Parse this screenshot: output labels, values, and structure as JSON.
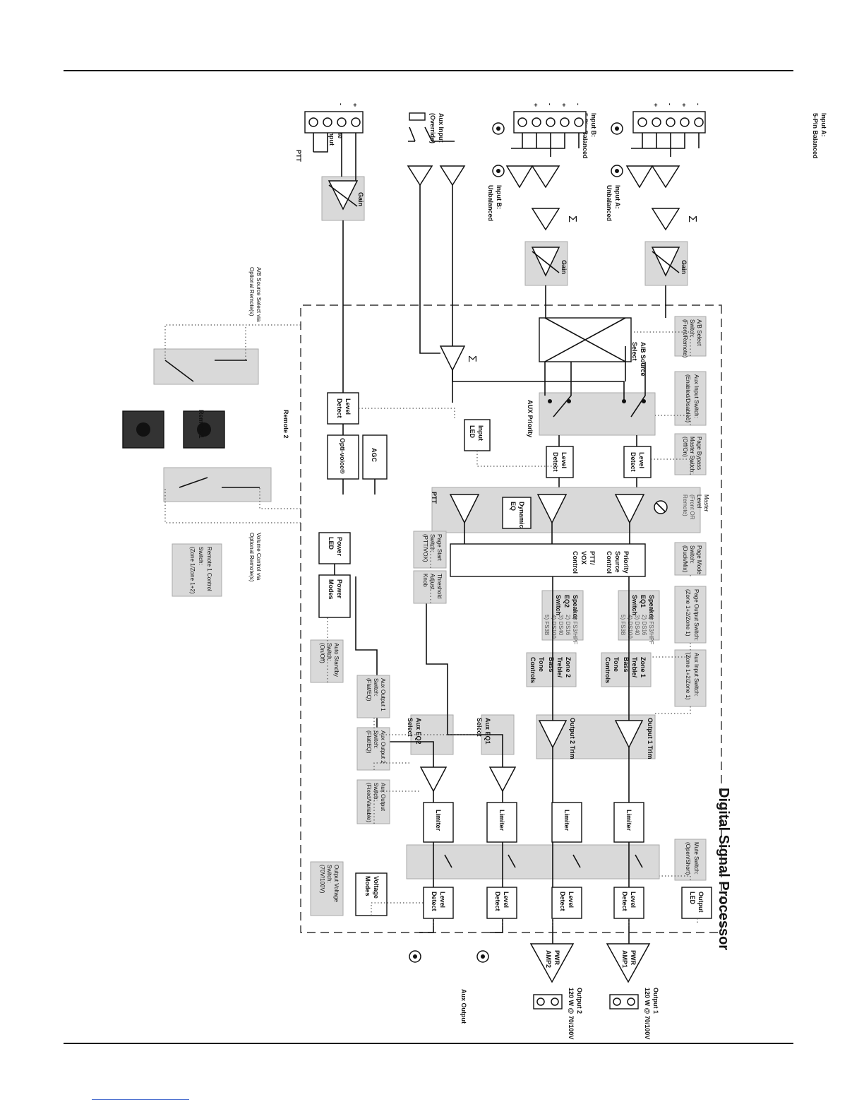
{
  "title": "Digital Signal Processor",
  "inputs": {
    "input_a_balanced": [
      "Input A:",
      "5-Pin Balanced"
    ],
    "input_a_unbalanced": [
      "Input A:",
      "Unbalanced"
    ],
    "input_b_balanced": [
      "Input B:",
      "5-Pin Balanced"
    ],
    "input_b_unbalanced": [
      "Input B:",
      "Unbalanced"
    ],
    "aux_input": [
      "Aux Input",
      "(Override)"
    ],
    "page_input": [
      "Mic/Line",
      "Page Input"
    ],
    "ptt": "PTT",
    "pins_5": [
      "-",
      "+",
      "-",
      "+"
    ],
    "pins_page": [
      "-",
      "+"
    ],
    "sigma": "Σ"
  },
  "blocks": {
    "gain": "Gain",
    "ab_source_select": [
      "A/B Source",
      "Select"
    ],
    "aux_priority": "AUX Priority",
    "level_detect": [
      "Level",
      "Detect"
    ],
    "input_led": [
      "Input",
      "LED"
    ],
    "opti_voice": "Opti-voice®",
    "agc": "AGC",
    "dynamic_eq": [
      "Dynamic",
      "EQ"
    ],
    "priority_source_control": [
      "Priority",
      "Source",
      "Control",
      "PTT/",
      "VOX",
      "Control"
    ],
    "power_led": [
      "Power",
      "LED"
    ],
    "power_modes": [
      "Power",
      "Modes"
    ],
    "speaker_eq1": [
      "Speaker",
      "EQ1",
      "Switch"
    ],
    "speaker_eq2": [
      "Speaker",
      "EQ2",
      "Switch"
    ],
    "eq_options": [
      "1) FS3/HPF",
      "2) DS16",
      "3) DS40",
      "4) DS100",
      "5) FS3B"
    ],
    "zone1_tone": [
      "Zone 1",
      "Treble/",
      "Bass",
      "Tone",
      "Controls"
    ],
    "zone2_tone": [
      "Zone 2",
      "Treble/",
      "Bass",
      "Tone",
      "Controls"
    ],
    "output1_trim": "Output 1 Trim",
    "output2_trim": "Output 2 Trim",
    "aux_eq1_select": [
      "Aux EQ1",
      "Select"
    ],
    "aux_eq2_select": [
      "Aux EQ2",
      "Select"
    ],
    "limiter": "Limiter",
    "voltage_modes": [
      "Voltage",
      "Modes"
    ],
    "output_led": [
      "Output",
      "LED"
    ],
    "pwr_amp1": [
      "PWR",
      "AMP1"
    ],
    "pwr_amp2": [
      "PWR",
      "AMP2"
    ]
  },
  "switches": {
    "ab_select": [
      "A/B Select",
      "Switch:",
      "(Front/Remote)"
    ],
    "aux_input_enable": [
      "Aux Input Switch:",
      "(Enabled/Disabled)"
    ],
    "page_bypass": [
      "Page Bypass",
      "Master Switch:",
      "(Off/On)"
    ],
    "master_level": [
      "Master",
      "Level",
      "(Front OR",
      "Remote)"
    ],
    "page_mode": [
      "Page Mode",
      "Switch:",
      "(Duck/Mix)"
    ],
    "page_output": [
      "Page Output Switch:",
      "(Zone 1+2/Zone 1)"
    ],
    "aux_input_zone": [
      "Aux Input Switch:",
      "(Zone 1+2/Zone 1)"
    ],
    "mute": [
      "Mute Switch:",
      "(Open/Short)"
    ],
    "page_start": [
      "Page Start",
      "Switch:",
      "(PTT/VOX)"
    ],
    "threshold": [
      "Threshold",
      "Adjust",
      "Knob"
    ],
    "auto_standby": [
      "Auto Standby",
      "Switch:",
      "(On/Off)"
    ],
    "aux_output1": [
      "Aux Output 1",
      "Switch:",
      "(Flat/EQ)"
    ],
    "aux_output2": [
      "Aux Output 2",
      "Switch:",
      "(Flat/EQ)"
    ],
    "aux_output_fixed": [
      "Aux Output",
      "Switch:",
      "(Fixed/Variable)"
    ],
    "output_voltage": [
      "Output Voltage",
      "Switch:",
      "(70V/100V)"
    ]
  },
  "remotes": {
    "ab_source_remote": [
      "A/B Source Select via",
      "Optional Remote(s)"
    ],
    "volume_remote": [
      "Volume Control via",
      "Optional Remote(s)"
    ],
    "remote1": "Remote 1",
    "remote2": "Remote 2",
    "remote1_control": [
      "Remote 1 Control",
      "Switch:",
      "(Zone 1/Zone 1+2)"
    ]
  },
  "outputs": {
    "output1": [
      "Output 1",
      "120 W @ 70/100V"
    ],
    "output2": [
      "Output 2",
      "120 W @ 70/100V"
    ],
    "aux_output": "Aux Output"
  }
}
